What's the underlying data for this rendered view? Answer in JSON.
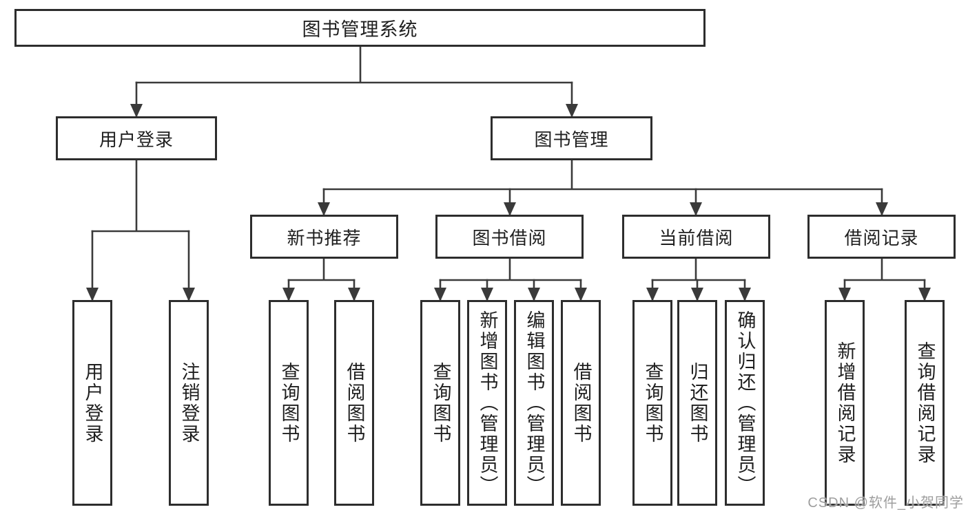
{
  "colors": {
    "line": "#3a3a3a",
    "border": "#2d2d2d",
    "text": "#1f1f1f",
    "background": "#ffffff",
    "watermark": "#9e9e9e"
  },
  "watermark": {
    "text": "CSDN @软件_小贺同学"
  },
  "tree": {
    "label": "图书管理系统",
    "children": [
      {
        "label": "用户登录",
        "children": [
          {
            "label": "用户登录"
          },
          {
            "label": "注销登录"
          }
        ]
      },
      {
        "label": "图书管理",
        "children": [
          {
            "label": "新书推荐",
            "children": [
              {
                "label": "查询图书"
              },
              {
                "label": "借阅图书"
              }
            ]
          },
          {
            "label": "图书借阅",
            "children": [
              {
                "label": "查询图书"
              },
              {
                "label": "新增图书（管理员）"
              },
              {
                "label": "编辑图书（管理员）"
              },
              {
                "label": "借阅图书"
              }
            ]
          },
          {
            "label": "当前借阅",
            "children": [
              {
                "label": "查询图书"
              },
              {
                "label": "归还图书"
              },
              {
                "label": "确认归还（管理员）"
              }
            ]
          },
          {
            "label": "借阅记录",
            "children": [
              {
                "label": "新增借阅记录"
              },
              {
                "label": "查询借阅记录"
              }
            ]
          }
        ]
      }
    ]
  }
}
